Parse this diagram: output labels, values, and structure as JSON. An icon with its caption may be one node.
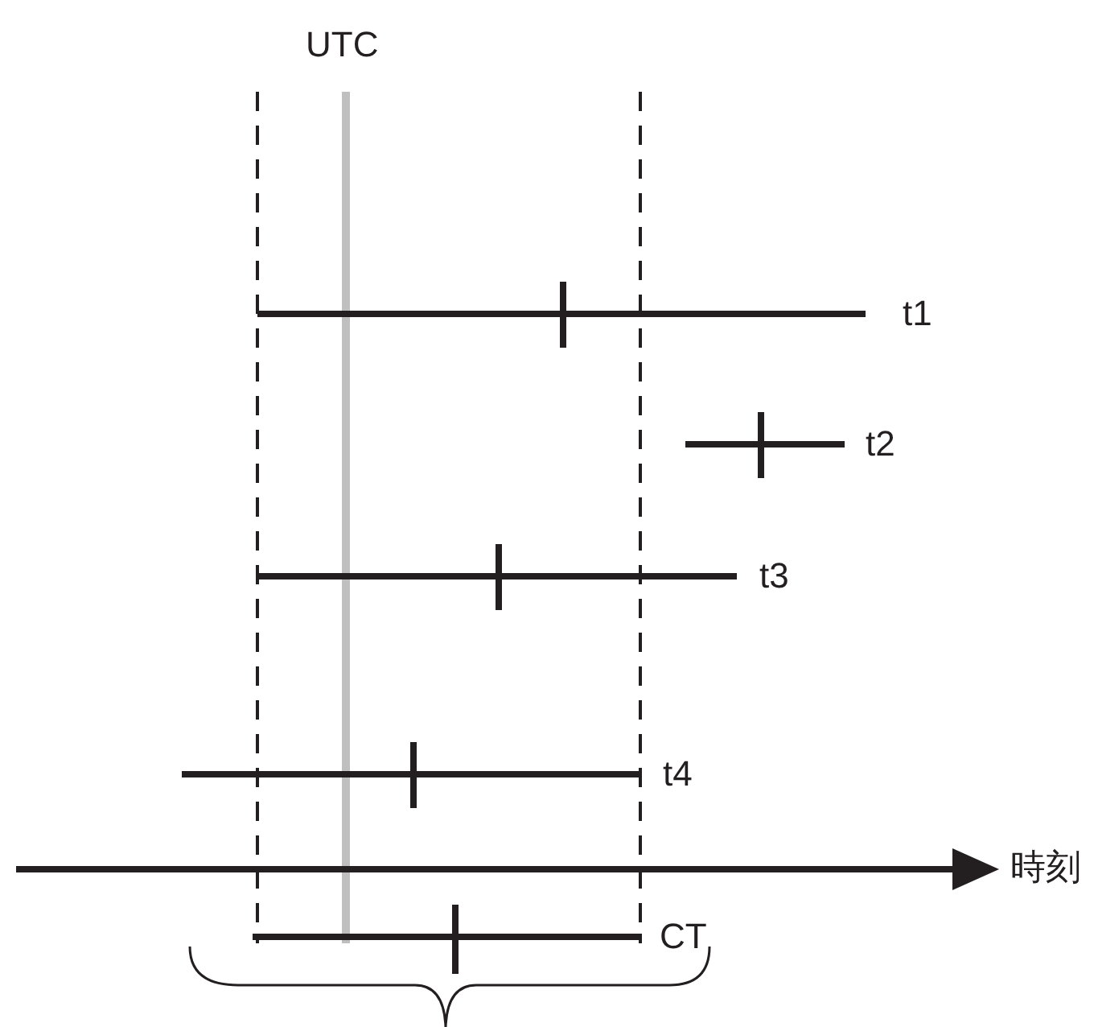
{
  "diagram": {
    "labels": [
      "UTC",
      "t1",
      "t2",
      "t3",
      "t4",
      "時刻",
      "CT"
    ]
  }
}
